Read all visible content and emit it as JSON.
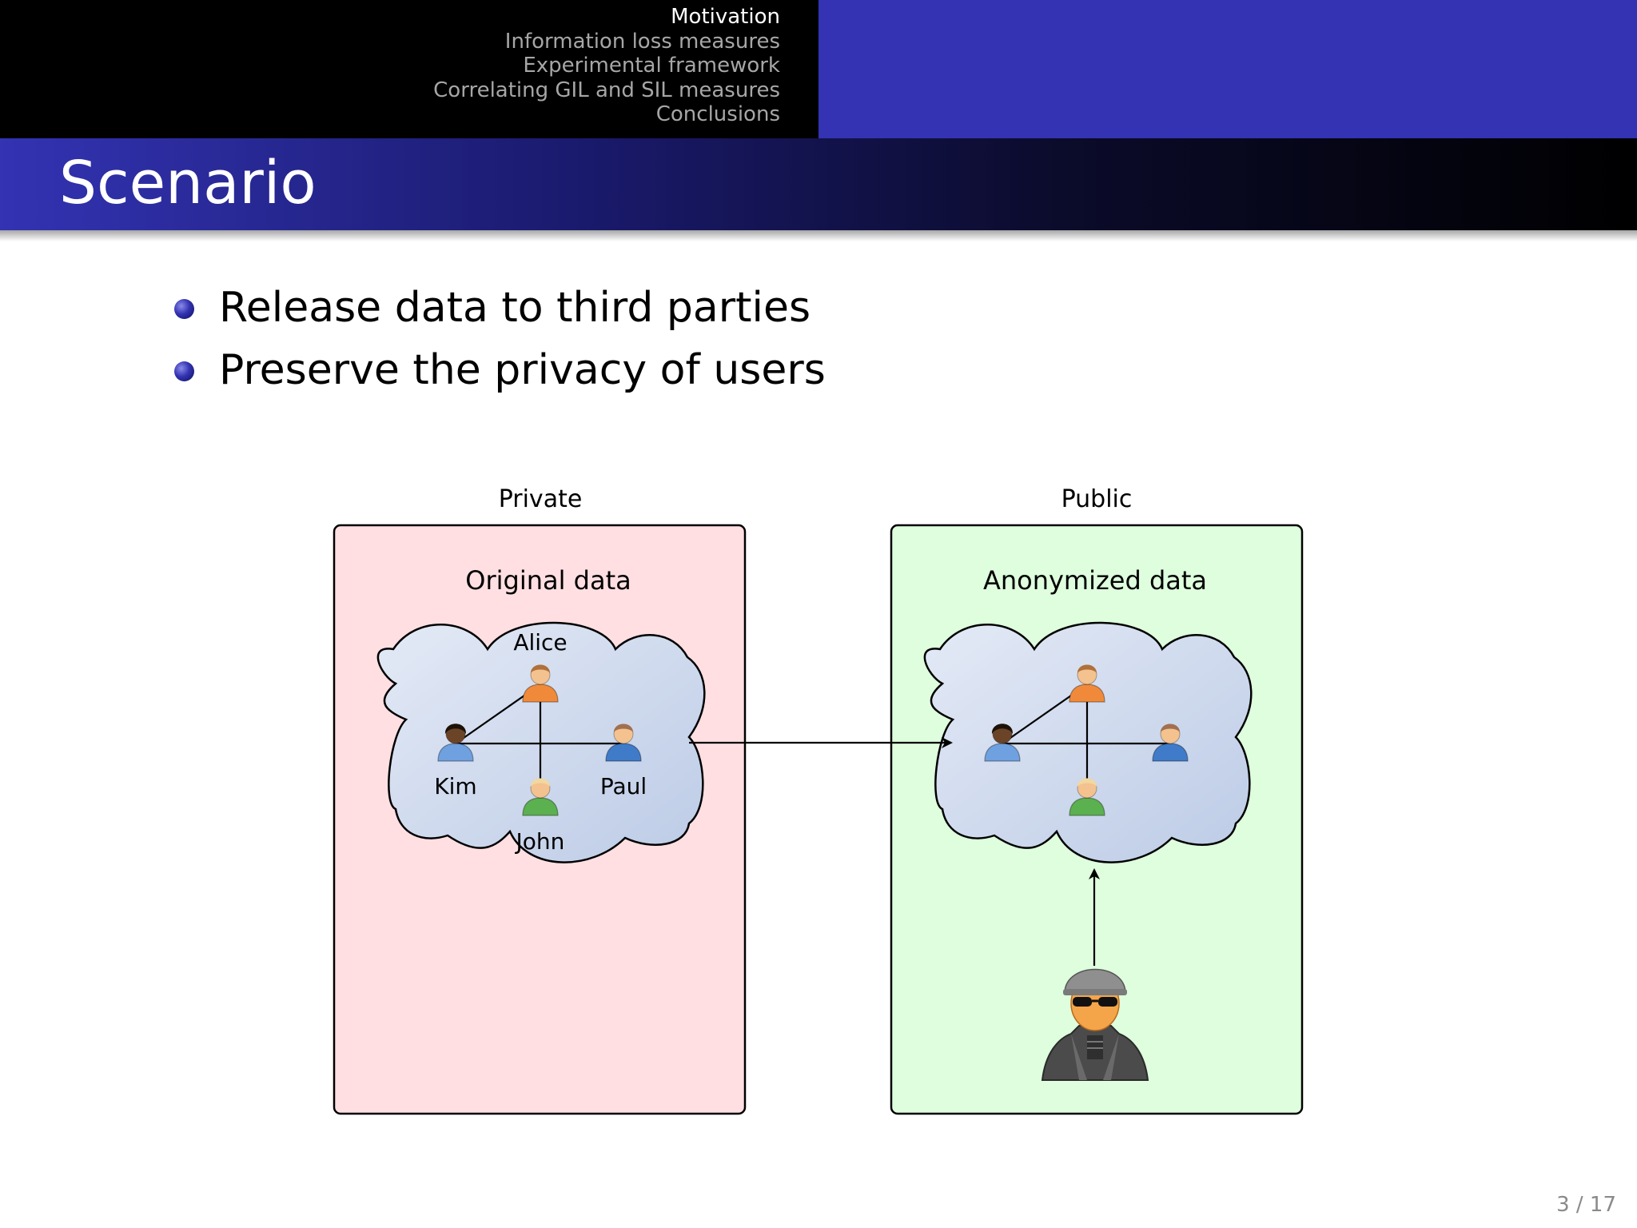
{
  "header": {
    "sections": [
      {
        "label": "Motivation",
        "active": true
      },
      {
        "label": "Information loss measures",
        "active": false
      },
      {
        "label": "Experimental framework",
        "active": false
      },
      {
        "label": "Correlating GIL and SIL measures",
        "active": false
      },
      {
        "label": "Conclusions",
        "active": false
      }
    ]
  },
  "slide": {
    "title": "Scenario",
    "bullets": [
      "Release data to third parties",
      "Preserve the privacy of users"
    ]
  },
  "diagram": {
    "private_label": "Private",
    "public_label": "Public",
    "original_label": "Original data",
    "anonymized_label": "Anonymized data",
    "people": {
      "alice": "Alice",
      "kim": "Kim",
      "paul": "Paul",
      "john": "John"
    },
    "icons": {
      "person": "user-icon",
      "attacker": "attacker-icon"
    },
    "colors": {
      "private_bg": "#ffdfe2",
      "public_bg": "#defede",
      "cloud_light": "#e2e8f5",
      "cloud_dark": "#c4d2ea",
      "alice": "#f08a3a",
      "kim": "#6fa0df",
      "paul": "#3f7bc9",
      "john": "#5bb04f"
    }
  },
  "footer": {
    "page_number": "3 / 17"
  }
}
